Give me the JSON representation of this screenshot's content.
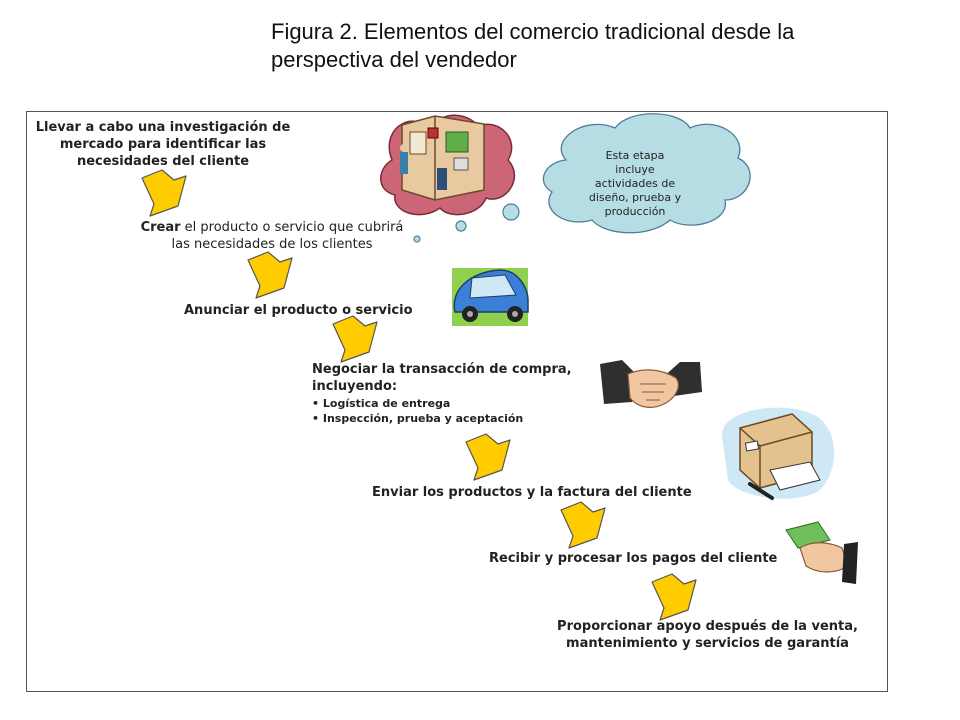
{
  "title": {
    "line1": "Figura 2. Elementos del comercio tradicional desde la",
    "line2": "perspectiva del vendedor"
  },
  "steps": {
    "s1": [
      "Llevar a cabo una investigación de",
      "mercado para identificar las",
      "necesidades del cliente"
    ],
    "s2": {
      "bold": "Crear",
      "rest": " el producto o servicio que cubrirá",
      "line2": "las necesidades de los clientes"
    },
    "s3": "Anunciar el producto o servicio",
    "s4": {
      "line1": "Negociar la transacción de compra,",
      "line2": "incluyendo:",
      "bullets": [
        "Logística de entrega",
        "Inspección, prueba y aceptación"
      ]
    },
    "s5": "Enviar los productos y la factura del cliente",
    "s6": "Recibir y procesar los pagos del cliente",
    "s7": [
      "Proporcionar apoyo después de la venta,",
      "mantenimiento y servicios de garantía"
    ]
  },
  "thought_bubble": [
    "Esta etapa",
    "incluye",
    "actividades de",
    "diseño, prueba y",
    "producción"
  ],
  "colors": {
    "arrow_fill": "#ffcc00",
    "arrow_stroke": "#555555",
    "cloud_fill": "#b7dde4",
    "cloud_stroke": "#4a7f9a"
  },
  "icons": [
    "office-clipart-icon",
    "car-clipart-icon",
    "handshake-clipart-icon",
    "package-clipart-icon",
    "money-hand-clipart-icon"
  ]
}
